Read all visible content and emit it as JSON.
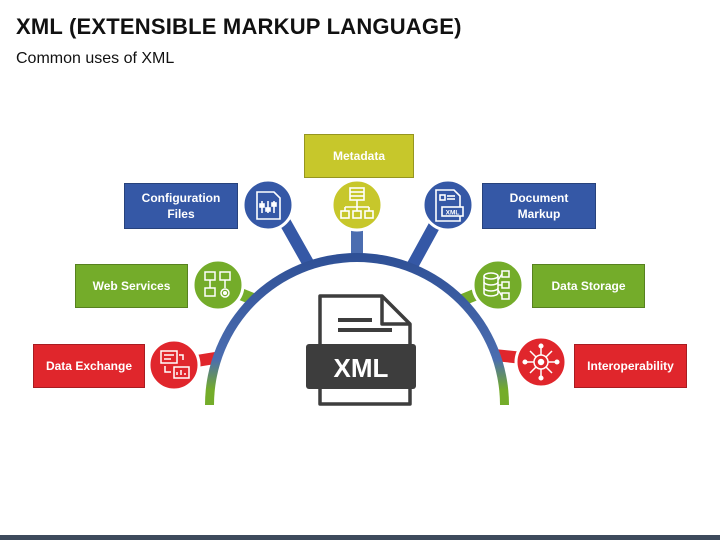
{
  "title": "XML (EXTENSIBLE MARKUP LANGUAGE)",
  "subtitle": "Common uses of XML",
  "center_label": "XML",
  "items": {
    "metadata": "Metadata",
    "config_line1": "Configuration",
    "config_line2": "Files",
    "document_line1": "Document",
    "document_line2": "Markup",
    "web_services": "Web Services",
    "data_storage": "Data Storage",
    "data_exchange": "Data Exchange",
    "interoperability": "Interoperability"
  },
  "colors": {
    "blue": "#3558a6",
    "green": "#74ac2a",
    "red": "#e0262c",
    "olive": "#c7c72b",
    "icon_dark": "#3d3d3d"
  },
  "icons": [
    "settings-file-icon",
    "sitemap-icon",
    "xml-document-icon",
    "network-settings-icon",
    "database-icon",
    "data-exchange-icon",
    "interoperability-icon",
    "xml-file-icon"
  ]
}
